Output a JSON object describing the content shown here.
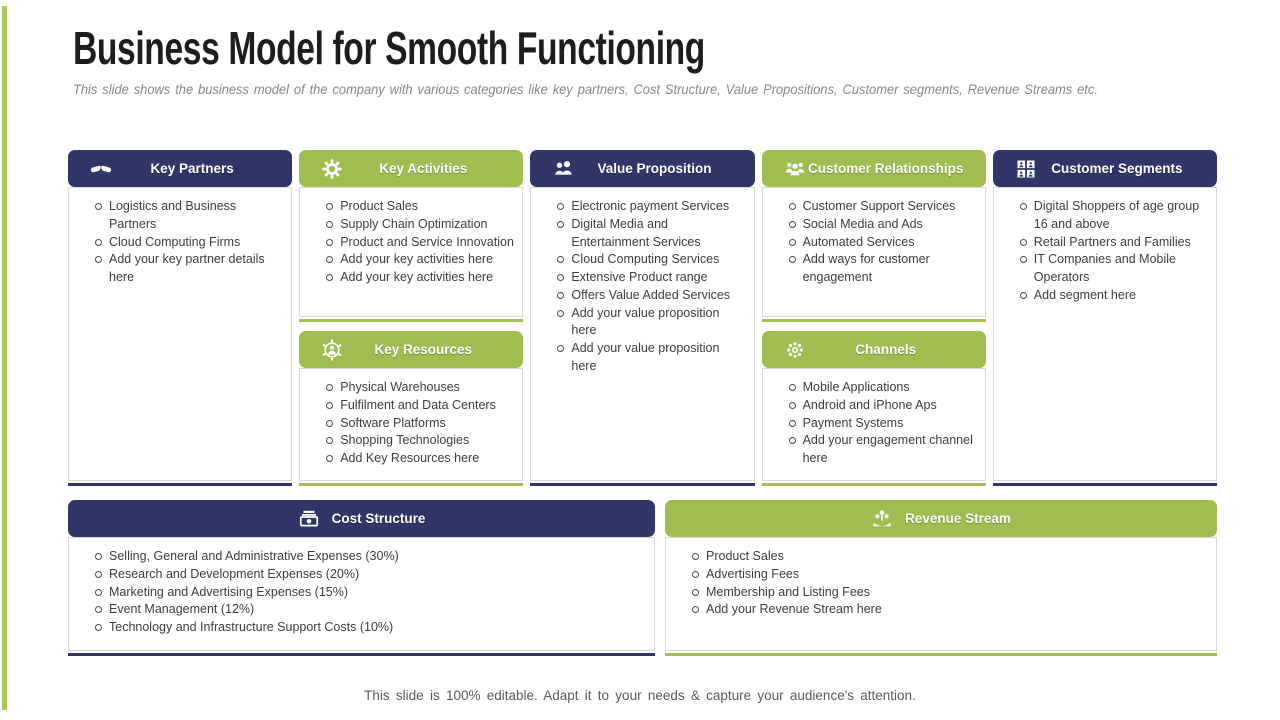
{
  "slide": {
    "title": "Business Model for Smooth Functioning",
    "subtitle": "This slide shows the business model of the company with various categories like key partners, Cost Structure, Value Propositions, Customer segments, Revenue Streams etc.",
    "footer": "This slide is 100% editable. Adapt it to your needs & capture your audience's attention."
  },
  "colors": {
    "navy": "#313668",
    "green": "#9fbd50",
    "accent_green": "#a2c055",
    "left_bar": "#a6c85e"
  },
  "boxes": {
    "key_partners": {
      "title": "Key Partners",
      "icon": "handshake-icon",
      "theme": "navy",
      "items": [
        "Logistics and Business Partners",
        "Cloud Computing Firms",
        "Add your key partner details here"
      ]
    },
    "key_activities": {
      "title": "Key Activities",
      "icon": "gear-icon",
      "theme": "green",
      "items": [
        "Product Sales",
        "Supply Chain Optimization",
        "Product and Service Innovation",
        "Add your key activities here",
        "Add your key activities here"
      ]
    },
    "key_resources": {
      "title": "Key Resources",
      "icon": "person-gear-icon",
      "theme": "green",
      "items": [
        "Physical Warehouses",
        "Fulfilment and Data Centers",
        "Software Platforms",
        "Shopping Technologies",
        "Add Key Resources here"
      ]
    },
    "value_proposition": {
      "title": "Value Proposition",
      "icon": "two-people-icon",
      "theme": "navy",
      "items": [
        "Electronic payment Services",
        "Digital Media and Entertainment Services",
        "Cloud Computing Services",
        "Extensive Product range",
        "Offers Value Added Services",
        "Add your value proposition here",
        "Add your value proposition here"
      ]
    },
    "customer_relationships": {
      "title": "Customer Relationships",
      "icon": "people-group-icon",
      "theme": "green",
      "items": [
        "Customer Support Services",
        "Social Media and Ads",
        "Automated Services",
        "Add ways for customer engagement"
      ]
    },
    "channels": {
      "title": "Channels",
      "icon": "network-nodes-icon",
      "theme": "green",
      "items": [
        "Mobile Applications",
        "Android and iPhone Aps",
        "Payment Systems",
        "Add your engagement channel here"
      ]
    },
    "customer_segments": {
      "title": "Customer Segments",
      "icon": "segments-grid-icon",
      "theme": "navy",
      "items": [
        "Digital Shoppers of age group 16 and above",
        "Retail Partners and Families",
        "IT Companies and Mobile Operators",
        "Add segment here"
      ]
    },
    "cost_structure": {
      "title": "Cost Structure",
      "icon": "banknote-icon",
      "theme": "navy",
      "items": [
        "Selling, General and Administrative Expenses (30%)",
        "Research and Development Expenses (20%)",
        "Marketing and Advertising Expenses (15%)",
        "Event Management (12%)",
        "Technology and Infrastructure Support Costs (10%)"
      ]
    },
    "revenue_stream": {
      "title": "Revenue Stream",
      "icon": "money-hand-icon",
      "theme": "green",
      "items": [
        "Product Sales",
        "Advertising Fees",
        "Membership and Listing Fees",
        "Add your Revenue Stream here"
      ]
    }
  }
}
